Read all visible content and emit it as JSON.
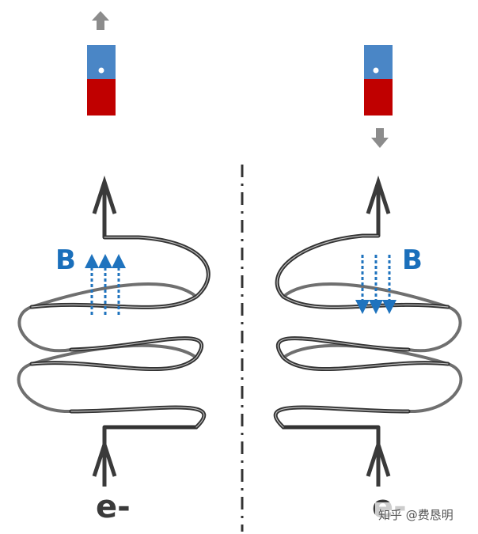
{
  "colors": {
    "magnet_north": "#4a86c6",
    "magnet_south": "#c00000",
    "field_arrow": "#1f73be",
    "label_b": "#1a6fbb",
    "coil": "#3a3a3a",
    "motion_arrow": "#8c8c8c",
    "electron_arrow": "#3a3a3a",
    "divider": "#333333",
    "watermark": "#555555"
  },
  "left_panel": {
    "field_label": "B",
    "electron_label": "e-",
    "magnet_motion": "up",
    "field_direction": "up"
  },
  "right_panel": {
    "field_label": "B",
    "electron_label": "e-",
    "magnet_motion": "down",
    "field_direction": "down"
  },
  "watermark": {
    "text": "知乎 @费恳明",
    "icon": "zhihu-logo-icon"
  }
}
